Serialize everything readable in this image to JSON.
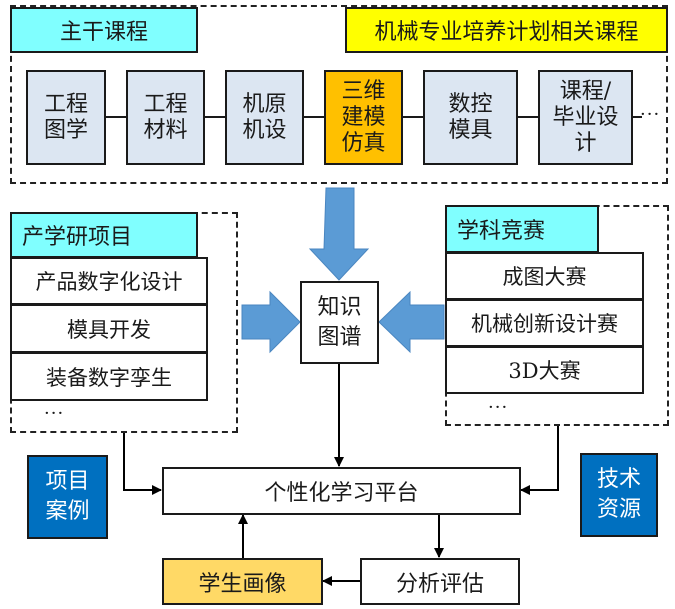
{
  "main_courses": {
    "header": "主干课程",
    "plan_label": "机械专业培养计划相关课程",
    "courses": [
      {
        "label": "工程图学",
        "highlight": false
      },
      {
        "label": "工程材料",
        "highlight": false
      },
      {
        "label": "机原机设",
        "highlight": false
      },
      {
        "label": "三维建模仿真",
        "highlight": true
      },
      {
        "label": "数控模具",
        "highlight": false
      },
      {
        "label": "课程/毕业设计",
        "highlight": false
      }
    ],
    "more": "···"
  },
  "industry_projects": {
    "header": "产学研项目",
    "items": [
      "产品数字化设计",
      "模具开发",
      "装备数字孪生"
    ],
    "more": "···"
  },
  "competitions": {
    "header": "学科竞赛",
    "items": [
      "成图大赛",
      "机械创新设计赛",
      "3D大赛"
    ],
    "more": "···"
  },
  "knowledge_graph": "知识图谱",
  "platform": "个性化学习平台",
  "student_profile": "学生画像",
  "analysis": "分析评估",
  "project_cases": "项目案例",
  "tech_resources": "技术资源",
  "colors": {
    "header_cyan": "#80FFFF",
    "plan_yellow": "#FFFF00",
    "course_fill": "#DCE6F2",
    "highlight_orange": "#FFC000",
    "resource_blue": "#0070C0",
    "profile_gold": "#FFD966",
    "arrow_blue": "#5B9BD5"
  }
}
